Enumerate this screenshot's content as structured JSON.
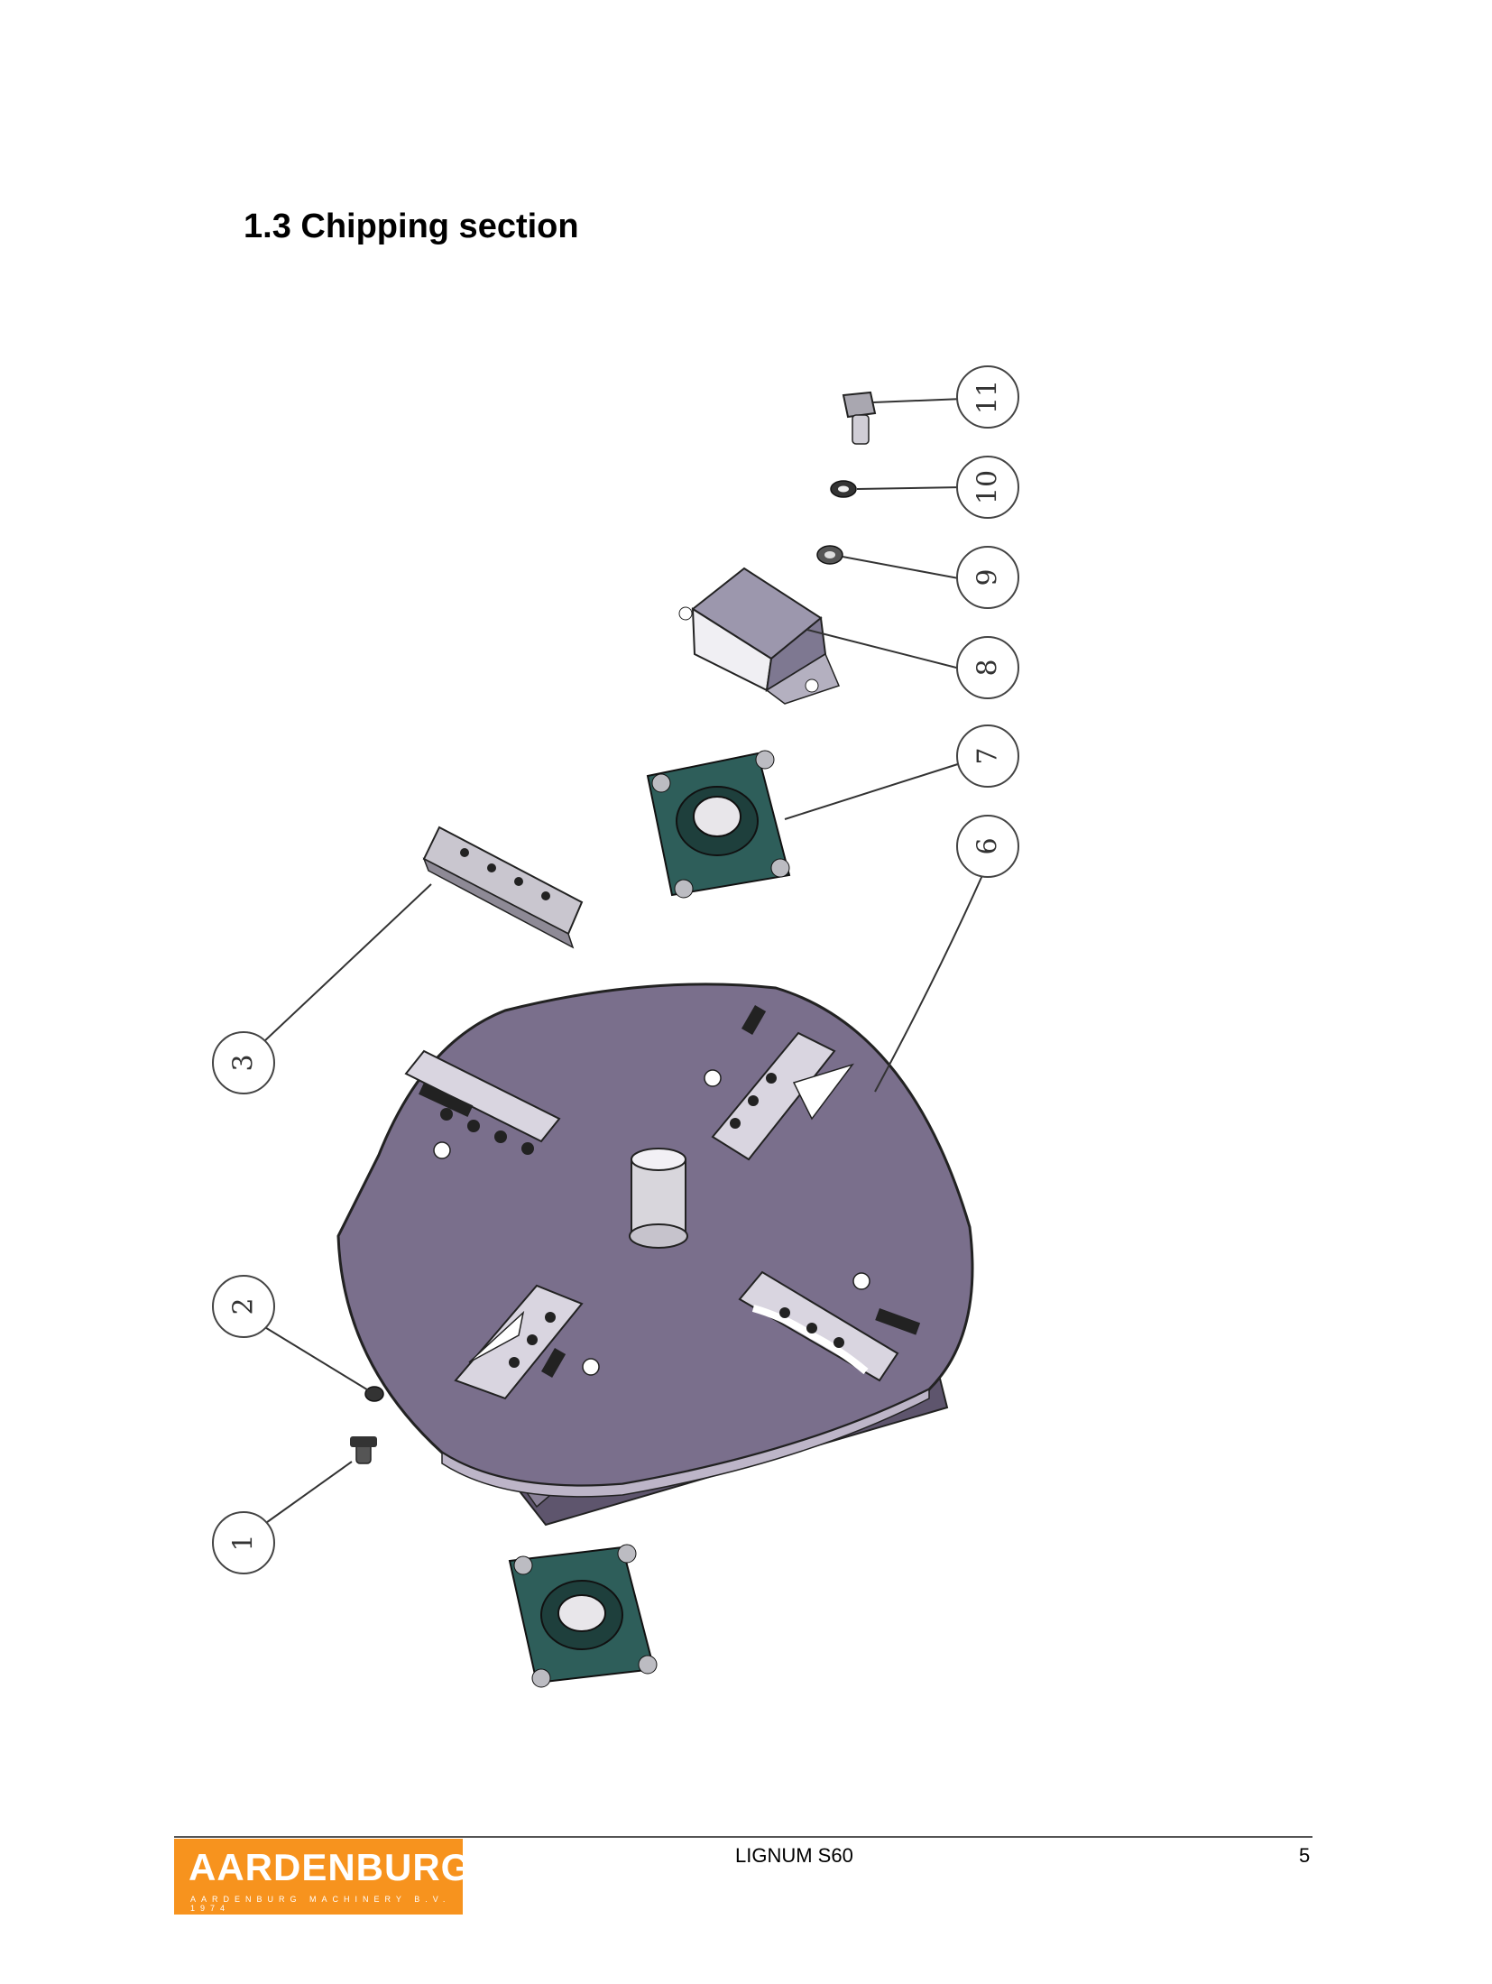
{
  "heading": "1.3 Chipping section",
  "callouts": [
    {
      "label": "1"
    },
    {
      "label": "2"
    },
    {
      "label": "3"
    },
    {
      "label": "6"
    },
    {
      "label": "7"
    },
    {
      "label": "8"
    },
    {
      "label": "9"
    },
    {
      "label": "10"
    },
    {
      "label": "11"
    }
  ],
  "footer": {
    "logo_text": "AARDENBURG",
    "logo_subtext": "AARDENBURG MACHINERY B.V. 1974",
    "model": "LIGNUM S60",
    "page_number": "5"
  },
  "colors": {
    "disc": "#7a6f8c",
    "bearing": "#2e5e5a",
    "logo": "#f7931e"
  }
}
